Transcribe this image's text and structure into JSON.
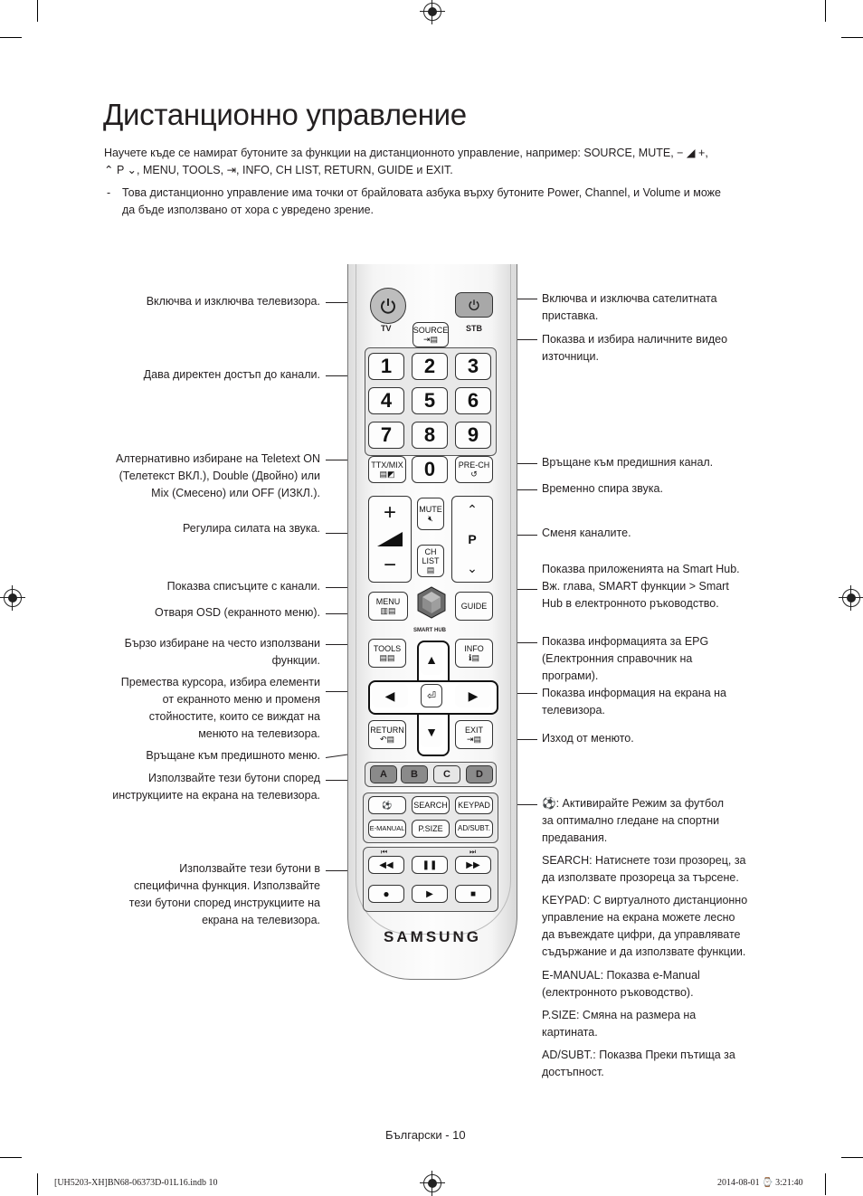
{
  "title": "Дистанционно управление",
  "intro": {
    "line1_pre": "Научете къде се намират бутоните за функции на дистанционното управление, например: ",
    "line1_keys": "SOURCE, MUTE, ",
    "line1_vol": "− ◢ +,",
    "line2": "⌃ P ⌄, MENU, TOOLS, ⇥, INFO, CH LIST, RETURN, GUIDE и EXIT."
  },
  "note": {
    "dash": "-",
    "line1": "Това дистанционно управление има точки от брайловата азбука върху бутоните Power, Channel, и Volume и може",
    "line2": "да бъде използвано от хора с увредено зрение."
  },
  "left_annotations": [
    {
      "lines": [
        "Включва и изключва телевизора."
      ]
    },
    {
      "lines": [
        "Дава директен достъп до канали."
      ]
    },
    {
      "lines": [
        "Алтернативно избиране на Teletext ON",
        "(Телетекст ВКЛ.), Double (Двойно) или",
        "Mix (Смесено) или OFF (ИЗКЛ.)."
      ]
    },
    {
      "lines": [
        "Регулира силата на звука."
      ]
    },
    {
      "lines": [
        "Показва списъците с канали."
      ]
    },
    {
      "lines": [
        "Отваря OSD (екранното меню)."
      ]
    },
    {
      "lines": [
        "Бързо избиране на често използвани",
        "функции."
      ]
    },
    {
      "lines": [
        "Премества курсора, избира елементи",
        "от екранното меню и променя",
        "стойностите, които се виждат на",
        "менюто на телевизора."
      ]
    },
    {
      "lines": [
        "Връщане към предишното меню."
      ]
    },
    {
      "lines": [
        "Използвайте тези бутони според",
        "инструкциите на екрана на телевизора."
      ]
    },
    {
      "lines": [
        "Използвайте тези бутони в",
        "специфична функция. Използвайте",
        "тези бутони според инструкциите на",
        "екрана на телевизора."
      ]
    }
  ],
  "right_annotations": [
    {
      "lines": [
        "Включва и изключва сателитната",
        "приставка."
      ]
    },
    {
      "lines": [
        "Показва и избира наличните видео",
        "източници."
      ]
    },
    {
      "lines": [
        "Връщане към предишния канал."
      ]
    },
    {
      "lines": [
        "Временно спира звука."
      ]
    },
    {
      "lines": [
        "Сменя каналите."
      ]
    },
    {
      "lines": [
        "Показва приложенията на Smart Hub.",
        "Вж. глава, SMART функции > Smart",
        "Hub в електронното ръководство."
      ]
    },
    {
      "lines": [
        "Показва информацията за EPG",
        "(Електронния справочник на",
        "програми)."
      ]
    },
    {
      "lines": [
        "Показва информация на екрана на",
        "телевизора."
      ]
    },
    {
      "lines": [
        "Изход от менюто."
      ]
    }
  ],
  "bottom_right": {
    "football": [
      "⚽: Активирайте Режим за футбол",
      "за оптимално гледане на спортни",
      "предавания."
    ],
    "search": [
      "SEARCH: Натиснете този прозорец, за",
      "да използвате прозореца за търсене."
    ],
    "keypad": [
      "KEYPAD: С виртуалното дистанционно",
      "управление на екрана можете лесно",
      "да въвеждате цифри, да управлявате",
      "съдържание и да използвате функции."
    ],
    "emanual": [
      "E-MANUAL: Показва e-Manual",
      "(електронното ръководство)."
    ],
    "psize": [
      "P.SIZE: Смяна на размера на",
      "картината."
    ],
    "adsubt": [
      "AD/SUBT.: Показва Преки пътища за",
      "достъпност."
    ]
  },
  "remote": {
    "tv_label": "TV",
    "stb_label": "STB",
    "source": "SOURCE",
    "digits": [
      "1",
      "2",
      "3",
      "4",
      "5",
      "6",
      "7",
      "8",
      "9"
    ],
    "ttx": "TTX/MIX",
    "zero": "0",
    "prech": "PRE-CH",
    "mute": "MUTE",
    "chlist": "CH LIST",
    "p": "P",
    "menu": "MENU",
    "smarthub": "SMART HUB",
    "guide": "GUIDE",
    "tools": "TOOLS",
    "info": "INFO",
    "return": "RETURN",
    "exit": "EXIT",
    "colors": [
      {
        "label": "A",
        "color": "#8a8a8a"
      },
      {
        "label": "B",
        "color": "#8a8a8a"
      },
      {
        "label": "C",
        "color": "#e6e6e6"
      },
      {
        "label": "D",
        "color": "#8a8a8a"
      }
    ],
    "search": "SEARCH",
    "keypad": "KEYPAD",
    "emanual": "E-MANUAL",
    "psize": "P.SIZE",
    "adsubt": "AD/SUBT.",
    "brand": "SAMSUNG"
  },
  "footer": "Български - 10",
  "slug_left": "[UH5203-XH]BN68-06373D-01L16.indb   10",
  "slug_right": "2014-08-01   ⌚ 3:21:40"
}
